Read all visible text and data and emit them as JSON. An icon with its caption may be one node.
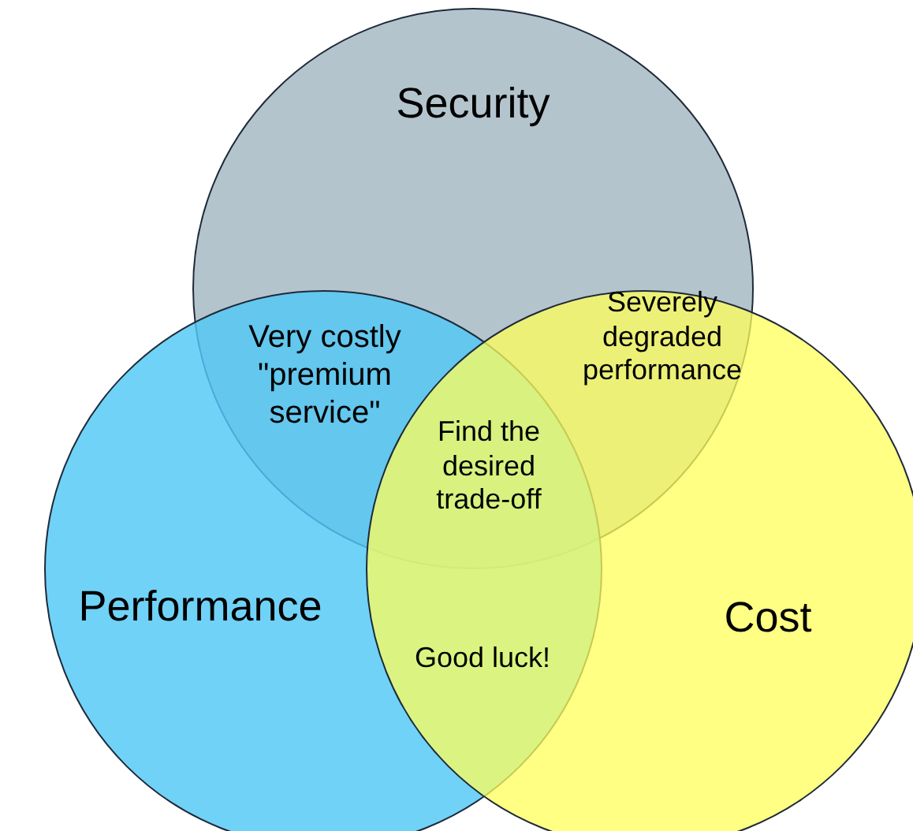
{
  "diagram": {
    "nodes": [
      {
        "text": [
          "Security"
        ]
      },
      {
        "text": [
          "Performance"
        ]
      },
      {
        "text": [
          "Cost"
        ]
      }
    ],
    "labels": [
      "Very costly \"premium service\"",
      "Severely degraded performance",
      "Find the desired trade-off",
      "Good luck!"
    ]
  }
}
